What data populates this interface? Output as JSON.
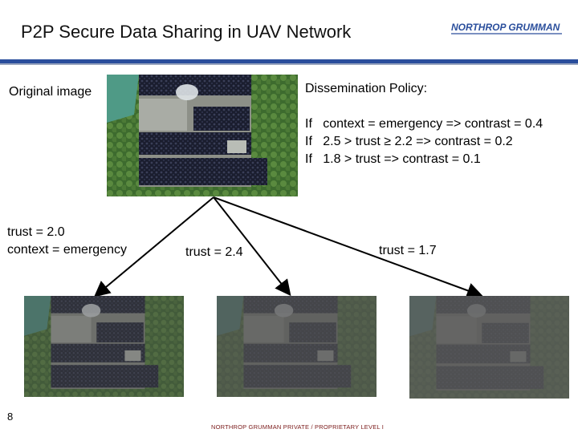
{
  "slide": {
    "title": "P2P Secure Data Sharing in UAV Network",
    "logo_text": "NORTHROP GRUMMAN",
    "page_number": "8",
    "footer": "NORTHROP GRUMMAN PRIVATE / PROPRIETARY LEVEL I"
  },
  "original": {
    "label": "Original image"
  },
  "policy": {
    "heading": "Dissemination Policy:",
    "rules": [
      "If   context = emergency => contrast = 0.4",
      "If   2.5 > trust ≥ 2.2 => contrast = 0.2",
      "If   1.8 > trust => contrast = 0.1"
    ]
  },
  "recipients": [
    {
      "label_line1": "trust = 2.0",
      "label_line2": "context = emergency",
      "contrast": 0.4
    },
    {
      "label_line1": "trust = 2.4",
      "contrast": 0.2
    },
    {
      "label_line1": "trust = 1.7",
      "contrast": 0.1
    }
  ],
  "colors": {
    "rule_blue": "#2a4e9c",
    "logo_blue": "#2a4e9c",
    "footer_red": "#7a1a1a"
  },
  "icons": {
    "logo": "northrop-grumman-logo",
    "arrow": "arrow-icon"
  }
}
